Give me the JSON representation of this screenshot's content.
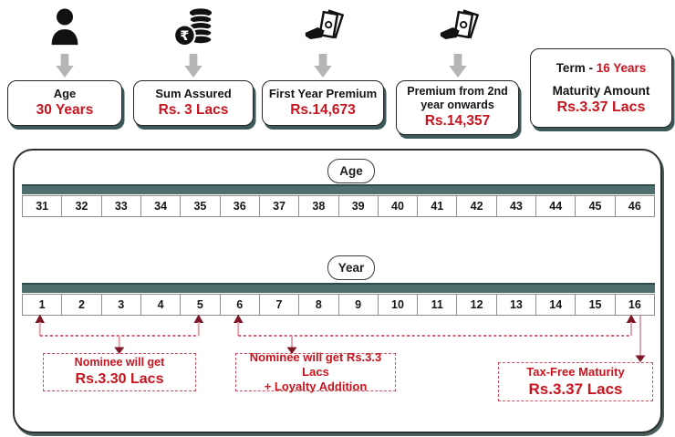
{
  "summary": {
    "items": [
      {
        "icon": "person-icon",
        "label": "Age",
        "value": "30 Years"
      },
      {
        "icon": "rupee-coins-icon",
        "label": "Sum Assured",
        "value": "Rs. 3 Lacs"
      },
      {
        "icon": "hand-money-icon",
        "label": "First Year Premium",
        "value": "Rs.14,673"
      },
      {
        "icon": "hand-money-icon",
        "label": "Premium from 2nd year onwards",
        "value": "Rs.14,357"
      }
    ],
    "term_box": {
      "term_label": "Term",
      "term_dash": "-",
      "term_value": "16 Years",
      "maturity_label": "Maturity Amount",
      "maturity_value": "Rs.3.37 Lacs"
    }
  },
  "timeline": {
    "age_label": "Age",
    "ages": [
      "31",
      "32",
      "33",
      "34",
      "35",
      "36",
      "37",
      "38",
      "39",
      "40",
      "41",
      "42",
      "43",
      "44",
      "45",
      "46"
    ],
    "year_label": "Year",
    "years": [
      "1",
      "2",
      "3",
      "4",
      "5",
      "6",
      "7",
      "8",
      "9",
      "10",
      "11",
      "12",
      "13",
      "14",
      "15",
      "16"
    ],
    "annotations": [
      {
        "line1": "Nominee will get",
        "line2": "Rs.3.30 Lacs"
      },
      {
        "line1": "Nominee will get Rs.3.3 Lacs",
        "line2": "+ Loyalty Addition"
      },
      {
        "line1": "Tax-Free Maturity",
        "line2": "Rs.3.37 Lacs"
      }
    ]
  },
  "colors": {
    "accent_red": "#c8141e",
    "teal_bar": "#4f6e6e",
    "arrowhead_maroon": "#7d1627",
    "connector_pink": "#e2a4ac",
    "dashed_red": "#d04f5c",
    "gray_arrow": "#b5b5b5"
  }
}
